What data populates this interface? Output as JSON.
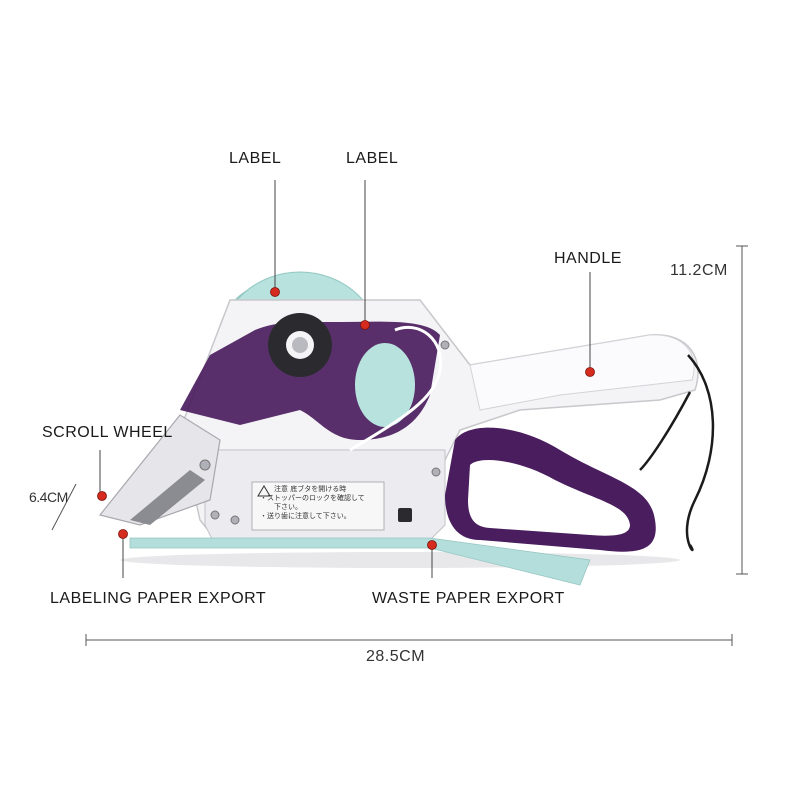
{
  "labels": {
    "label_top_left": "LABEL",
    "label_top_right": "LABEL",
    "handle": "HANDLE",
    "scroll_wheel": "SCROLL WHEEL",
    "labeling_paper_export": "LABELING PAPER EXPORT",
    "waste_paper_export": "WASTE PAPER EXPORT"
  },
  "dimensions": {
    "height": "11.2CM",
    "width": "28.5CM",
    "nose": "6.4CM"
  },
  "warning_plate": {
    "line1": "注意  底ブタを開ける時",
    "line2": "・ストッパーのロックを確認して",
    "line3": "下さい。",
    "line4": "・送り歯に注意して下さい。"
  },
  "colors": {
    "body": "#f4f4f6",
    "purple": "#4a1d5e",
    "label_roll": "#a9dad6",
    "marker": "#d62b1f",
    "line": "#444444"
  }
}
